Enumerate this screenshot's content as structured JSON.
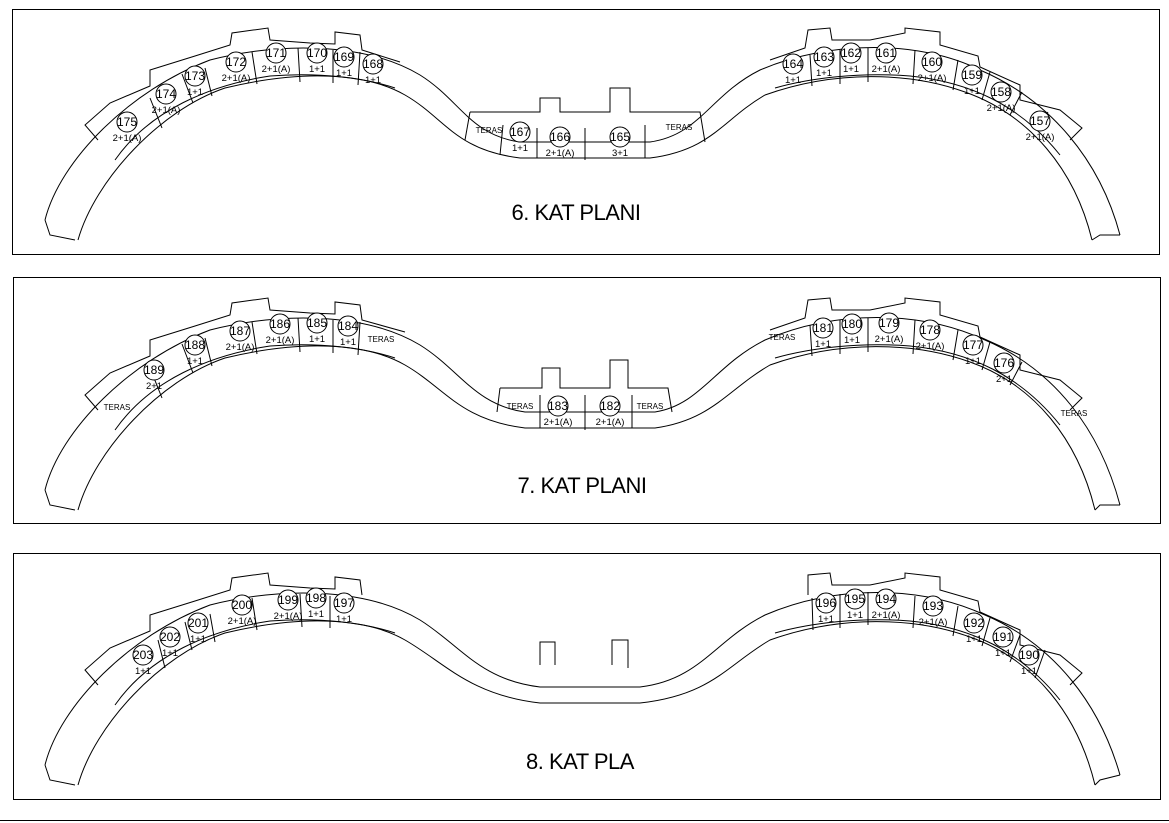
{
  "floors": [
    {
      "title": "6. KAT PLANI",
      "units": [
        {
          "num": "175",
          "type": "2+1(A)"
        },
        {
          "num": "174",
          "type": "2+1(A)"
        },
        {
          "num": "173",
          "type": "1+1"
        },
        {
          "num": "172",
          "type": "2+1(A)"
        },
        {
          "num": "171",
          "type": "2+1(A)"
        },
        {
          "num": "170",
          "type": "1+1"
        },
        {
          "num": "169",
          "type": "1+1"
        },
        {
          "num": "168",
          "type": "1+1"
        },
        {
          "num": "167",
          "type": "1+1"
        },
        {
          "num": "166",
          "type": "2+1(A)"
        },
        {
          "num": "165",
          "type": "3+1"
        },
        {
          "num": "164",
          "type": "1+1"
        },
        {
          "num": "163",
          "type": "1+1"
        },
        {
          "num": "162",
          "type": "1+1"
        },
        {
          "num": "161",
          "type": "2+1(A)"
        },
        {
          "num": "160",
          "type": "2+1(A)"
        },
        {
          "num": "159",
          "type": "1+1"
        },
        {
          "num": "158",
          "type": "2+1(A)"
        },
        {
          "num": "157",
          "type": "2+1(A)"
        }
      ],
      "terraces": [
        "TERAS",
        "TERAS"
      ]
    },
    {
      "title": "7. KAT PLANI",
      "units": [
        {
          "num": "189",
          "type": "2+1"
        },
        {
          "num": "188",
          "type": "1+1"
        },
        {
          "num": "187",
          "type": "2+1(A)"
        },
        {
          "num": "186",
          "type": "2+1(A)"
        },
        {
          "num": "185",
          "type": "1+1"
        },
        {
          "num": "184",
          "type": "1+1"
        },
        {
          "num": "183",
          "type": "2+1(A)"
        },
        {
          "num": "182",
          "type": "2+1(A)"
        },
        {
          "num": "181",
          "type": "1+1"
        },
        {
          "num": "180",
          "type": "1+1"
        },
        {
          "num": "179",
          "type": "2+1(A)"
        },
        {
          "num": "178",
          "type": "2+1(A)"
        },
        {
          "num": "177",
          "type": "1+1"
        },
        {
          "num": "176",
          "type": "2+1"
        }
      ],
      "terraces": [
        "TERAS",
        "TERAS",
        "TERAS",
        "TERAS",
        "TERAS",
        "TERAS"
      ]
    },
    {
      "title": "8. KAT PLA",
      "units": [
        {
          "num": "203",
          "type": "1+1"
        },
        {
          "num": "202",
          "type": "1+1"
        },
        {
          "num": "201",
          "type": "1+1"
        },
        {
          "num": "200",
          "type": "2+1(A)"
        },
        {
          "num": "199",
          "type": "2+1(A)"
        },
        {
          "num": "198",
          "type": "1+1"
        },
        {
          "num": "197",
          "type": "1+1"
        },
        {
          "num": "196",
          "type": "1+1"
        },
        {
          "num": "195",
          "type": "1+1"
        },
        {
          "num": "194",
          "type": "2+1(A)"
        },
        {
          "num": "193",
          "type": "2+1(A)"
        },
        {
          "num": "192",
          "type": "1+1"
        },
        {
          "num": "191",
          "type": "1+1"
        },
        {
          "num": "190",
          "type": "1+1"
        }
      ],
      "terraces": []
    }
  ]
}
